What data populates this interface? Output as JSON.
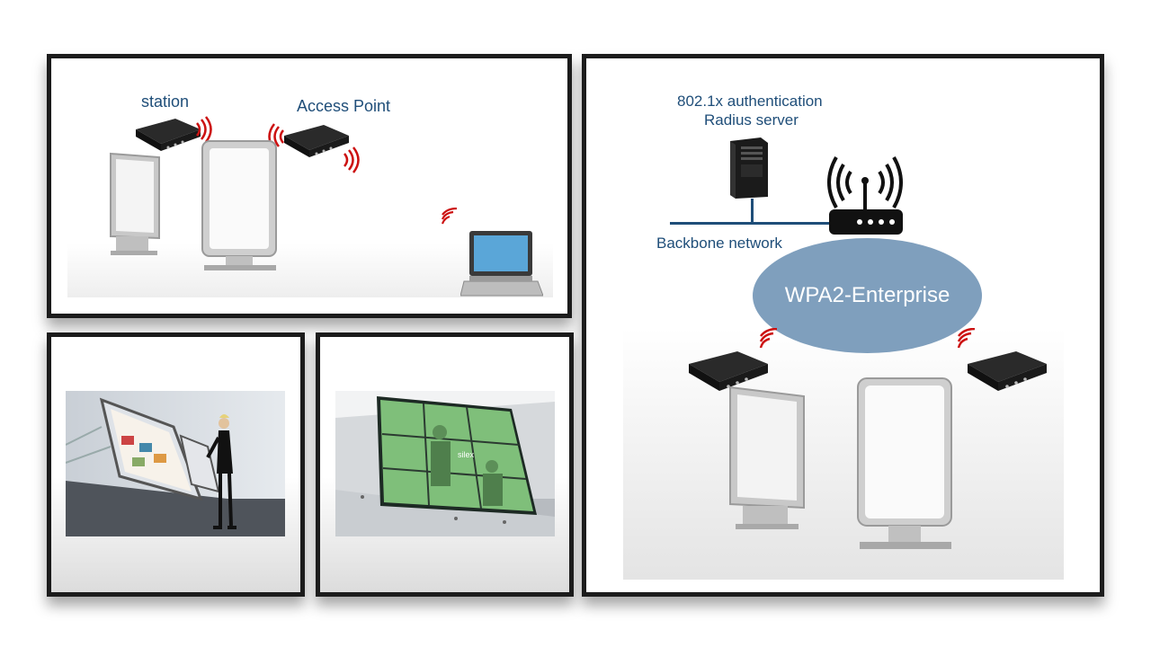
{
  "panel_top_left": {
    "station_label": "station",
    "access_point_label": "Access Point"
  },
  "panel_right": {
    "auth_line1": "802.1x authentication",
    "auth_line2": "Radius server",
    "backbone_label": "Backbone network",
    "ellipse_label": "WPA2-Enterprise"
  },
  "panel_bottom_middle": {
    "videowall_text": "silex"
  },
  "colors": {
    "label_blue": "#1f4e79",
    "ellipse_fill": "#7f9fbd",
    "wave_red": "#cc1111",
    "frame_border": "#1c1c1c"
  },
  "icons": [
    "wireless-adapter-icon",
    "wifi-waves-icon",
    "laptop-icon",
    "server-tower-icon",
    "router-icon",
    "signage-kiosk-icon"
  ]
}
